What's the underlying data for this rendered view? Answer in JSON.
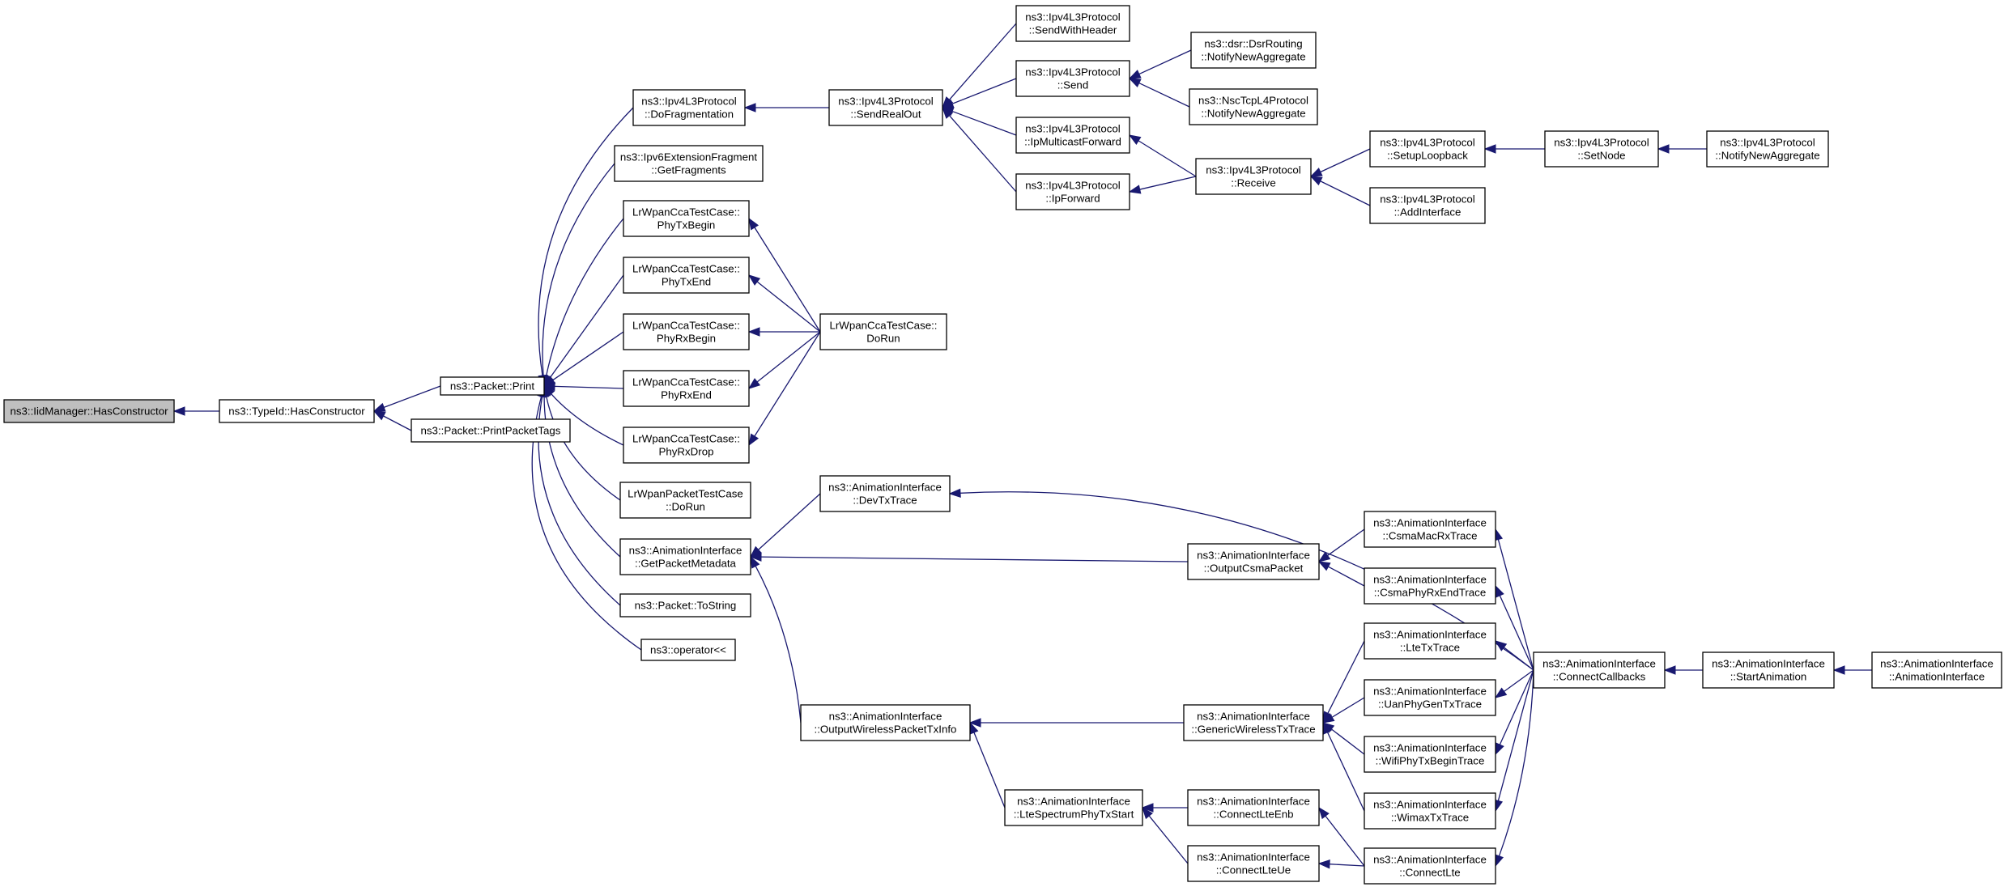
{
  "colors": {
    "edge": "#191970",
    "node_border": "#000000",
    "root_fill": "#bfbfbf",
    "node_fill": "#ffffff",
    "background": "#ffffff"
  },
  "nodes": [
    {
      "id": "n_iidmanager",
      "lines": [
        "ns3::IidManager::HasConstructor"
      ],
      "root": true
    },
    {
      "id": "n_typeid",
      "lines": [
        "ns3::TypeId::HasConstructor"
      ]
    },
    {
      "id": "n_packet_print",
      "lines": [
        "ns3::Packet::Print"
      ]
    },
    {
      "id": "n_printpackettags",
      "lines": [
        "ns3::Packet::PrintPacketTags"
      ]
    },
    {
      "id": "n_dofragmentation",
      "lines": [
        "ns3::Ipv4L3Protocol",
        "::DoFragmentation"
      ]
    },
    {
      "id": "n_ipv6ext",
      "lines": [
        "ns3::Ipv6ExtensionFragment",
        "::GetFragments"
      ]
    },
    {
      "id": "n_phytxbegin",
      "lines": [
        "LrWpanCcaTestCase::",
        "PhyTxBegin"
      ]
    },
    {
      "id": "n_phytxend",
      "lines": [
        "LrWpanCcaTestCase::",
        "PhyTxEnd"
      ]
    },
    {
      "id": "n_phyrxbegin",
      "lines": [
        "LrWpanCcaTestCase::",
        "PhyRxBegin"
      ]
    },
    {
      "id": "n_phyrxend",
      "lines": [
        "LrWpanCcaTestCase::",
        "PhyRxEnd"
      ]
    },
    {
      "id": "n_phyrxdrop",
      "lines": [
        "LrWpanCcaTestCase::",
        "PhyRxDrop"
      ]
    },
    {
      "id": "n_lrwpanpacket",
      "lines": [
        "LrWpanPacketTestCase",
        "::DoRun"
      ]
    },
    {
      "id": "n_getpacketmetadata",
      "lines": [
        "ns3::AnimationInterface",
        "::GetPacketMetadata"
      ]
    },
    {
      "id": "n_tostring",
      "lines": [
        "ns3::Packet::ToString"
      ]
    },
    {
      "id": "n_operator",
      "lines": [
        "ns3::operator<<"
      ]
    },
    {
      "id": "n_sendrealout",
      "lines": [
        "ns3::Ipv4L3Protocol",
        "::SendRealOut"
      ]
    },
    {
      "id": "n_ccadorun",
      "lines": [
        "LrWpanCcaTestCase::",
        "DoRun"
      ]
    },
    {
      "id": "n_devtxtrace",
      "lines": [
        "ns3::AnimationInterface",
        "::DevTxTrace"
      ]
    },
    {
      "id": "n_outputwireless",
      "lines": [
        "ns3::AnimationInterface",
        "::OutputWirelessPacketTxInfo"
      ]
    },
    {
      "id": "n_sendwithheader",
      "lines": [
        "ns3::Ipv4L3Protocol",
        "::SendWithHeader"
      ]
    },
    {
      "id": "n_send",
      "lines": [
        "ns3::Ipv4L3Protocol",
        "::Send"
      ]
    },
    {
      "id": "n_ipmulticastforward",
      "lines": [
        "ns3::Ipv4L3Protocol",
        "::IpMulticastForward"
      ]
    },
    {
      "id": "n_ipforward",
      "lines": [
        "ns3::Ipv4L3Protocol",
        "::IpForward"
      ]
    },
    {
      "id": "n_ltespectrum",
      "lines": [
        "ns3::AnimationInterface",
        "::LteSpectrumPhyTxStart"
      ]
    },
    {
      "id": "n_dsrrouting",
      "lines": [
        "ns3::dsr::DsrRouting",
        "::NotifyNewAggregate"
      ]
    },
    {
      "id": "n_nsctcp",
      "lines": [
        "ns3::NscTcpL4Protocol",
        "::NotifyNewAggregate"
      ]
    },
    {
      "id": "n_receive",
      "lines": [
        "ns3::Ipv4L3Protocol",
        "::Receive"
      ]
    },
    {
      "id": "n_outputcsma",
      "lines": [
        "ns3::AnimationInterface",
        "::OutputCsmaPacket"
      ]
    },
    {
      "id": "n_genericwireless",
      "lines": [
        "ns3::AnimationInterface",
        "::GenericWirelessTxTrace"
      ]
    },
    {
      "id": "n_connectlteenb",
      "lines": [
        "ns3::AnimationInterface",
        "::ConnectLteEnb"
      ]
    },
    {
      "id": "n_connectlteue",
      "lines": [
        "ns3::AnimationInterface",
        "::ConnectLteUe"
      ]
    },
    {
      "id": "n_setuploopback",
      "lines": [
        "ns3::Ipv4L3Protocol",
        "::SetupLoopback"
      ]
    },
    {
      "id": "n_addinterface",
      "lines": [
        "ns3::Ipv4L3Protocol",
        "::AddInterface"
      ]
    },
    {
      "id": "n_csmamacrx",
      "lines": [
        "ns3::AnimationInterface",
        "::CsmaMacRxTrace"
      ]
    },
    {
      "id": "n_csmaphyrxend",
      "lines": [
        "ns3::AnimationInterface",
        "::CsmaPhyRxEndTrace"
      ]
    },
    {
      "id": "n_ltetx",
      "lines": [
        "ns3::AnimationInterface",
        "::LteTxTrace"
      ]
    },
    {
      "id": "n_uanphygentx",
      "lines": [
        "ns3::AnimationInterface",
        "::UanPhyGenTxTrace"
      ]
    },
    {
      "id": "n_wifiphytxbegin",
      "lines": [
        "ns3::AnimationInterface",
        "::WifiPhyTxBeginTrace"
      ]
    },
    {
      "id": "n_wimaxtx",
      "lines": [
        "ns3::AnimationInterface",
        "::WimaxTxTrace"
      ]
    },
    {
      "id": "n_connectlte",
      "lines": [
        "ns3::AnimationInterface",
        "::ConnectLte"
      ]
    },
    {
      "id": "n_setnode",
      "lines": [
        "ns3::Ipv4L3Protocol",
        "::SetNode"
      ]
    },
    {
      "id": "n_connectcallbacks",
      "lines": [
        "ns3::AnimationInterface",
        "::ConnectCallbacks"
      ]
    },
    {
      "id": "n_notifynewaggregate",
      "lines": [
        "ns3::Ipv4L3Protocol",
        "::NotifyNewAggregate"
      ]
    },
    {
      "id": "n_startanimation",
      "lines": [
        "ns3::AnimationInterface",
        "::StartAnimation"
      ]
    },
    {
      "id": "n_animationinterface",
      "lines": [
        "ns3::AnimationInterface",
        "::AnimationInterface"
      ]
    }
  ],
  "edges": [
    {
      "from": "n_typeid",
      "to": "n_iidmanager"
    },
    {
      "from": "n_packet_print",
      "to": "n_typeid"
    },
    {
      "from": "n_printpackettags",
      "to": "n_typeid"
    },
    {
      "from": "n_dofragmentation",
      "to": "n_packet_print"
    },
    {
      "from": "n_ipv6ext",
      "to": "n_packet_print"
    },
    {
      "from": "n_phytxbegin",
      "to": "n_packet_print"
    },
    {
      "from": "n_phytxend",
      "to": "n_packet_print"
    },
    {
      "from": "n_phyrxbegin",
      "to": "n_packet_print"
    },
    {
      "from": "n_phyrxend",
      "to": "n_packet_print"
    },
    {
      "from": "n_phyrxdrop",
      "to": "n_packet_print"
    },
    {
      "from": "n_lrwpanpacket",
      "to": "n_packet_print"
    },
    {
      "from": "n_getpacketmetadata",
      "to": "n_packet_print"
    },
    {
      "from": "n_tostring",
      "to": "n_packet_print"
    },
    {
      "from": "n_operator",
      "to": "n_packet_print"
    },
    {
      "from": "n_sendrealout",
      "to": "n_dofragmentation"
    },
    {
      "from": "n_sendwithheader",
      "to": "n_sendrealout"
    },
    {
      "from": "n_send",
      "to": "n_sendrealout"
    },
    {
      "from": "n_ipmulticastforward",
      "to": "n_sendrealout"
    },
    {
      "from": "n_ipforward",
      "to": "n_sendrealout"
    },
    {
      "from": "n_dsrrouting",
      "to": "n_send"
    },
    {
      "from": "n_nsctcp",
      "to": "n_send"
    },
    {
      "from": "n_receive",
      "to": "n_ipmulticastforward"
    },
    {
      "from": "n_receive",
      "to": "n_ipforward"
    },
    {
      "from": "n_setuploopback",
      "to": "n_receive"
    },
    {
      "from": "n_addinterface",
      "to": "n_receive"
    },
    {
      "from": "n_setnode",
      "to": "n_setuploopback"
    },
    {
      "from": "n_notifynewaggregate",
      "to": "n_setnode"
    },
    {
      "from": "n_ccadorun",
      "to": "n_phytxbegin"
    },
    {
      "from": "n_ccadorun",
      "to": "n_phytxend"
    },
    {
      "from": "n_ccadorun",
      "to": "n_phyrxbegin"
    },
    {
      "from": "n_ccadorun",
      "to": "n_phyrxend"
    },
    {
      "from": "n_ccadorun",
      "to": "n_phyrxdrop"
    },
    {
      "from": "n_devtxtrace",
      "to": "n_getpacketmetadata"
    },
    {
      "from": "n_outputcsma",
      "to": "n_getpacketmetadata"
    },
    {
      "from": "n_outputwireless",
      "to": "n_getpacketmetadata"
    },
    {
      "from": "n_connectcallbacks",
      "to": "n_devtxtrace"
    },
    {
      "from": "n_csmamacrx",
      "to": "n_outputcsma"
    },
    {
      "from": "n_csmaphyrxend",
      "to": "n_outputcsma"
    },
    {
      "from": "n_genericwireless",
      "to": "n_outputwireless"
    },
    {
      "from": "n_ltespectrum",
      "to": "n_outputwireless"
    },
    {
      "from": "n_ltetx",
      "to": "n_genericwireless"
    },
    {
      "from": "n_uanphygentx",
      "to": "n_genericwireless"
    },
    {
      "from": "n_wifiphytxbegin",
      "to": "n_genericwireless"
    },
    {
      "from": "n_wimaxtx",
      "to": "n_genericwireless"
    },
    {
      "from": "n_connectlteenb",
      "to": "n_ltespectrum"
    },
    {
      "from": "n_connectlteue",
      "to": "n_ltespectrum"
    },
    {
      "from": "n_connectlte",
      "to": "n_connectlteenb"
    },
    {
      "from": "n_connectlte",
      "to": "n_connectlteue"
    },
    {
      "from": "n_connectcallbacks",
      "to": "n_csmamacrx"
    },
    {
      "from": "n_connectcallbacks",
      "to": "n_csmaphyrxend"
    },
    {
      "from": "n_connectcallbacks",
      "to": "n_ltetx"
    },
    {
      "from": "n_connectcallbacks",
      "to": "n_uanphygentx"
    },
    {
      "from": "n_connectcallbacks",
      "to": "n_wifiphytxbegin"
    },
    {
      "from": "n_connectcallbacks",
      "to": "n_wimaxtx"
    },
    {
      "from": "n_connectcallbacks",
      "to": "n_connectlte"
    },
    {
      "from": "n_startanimation",
      "to": "n_connectcallbacks"
    },
    {
      "from": "n_animationinterface",
      "to": "n_startanimation"
    }
  ]
}
